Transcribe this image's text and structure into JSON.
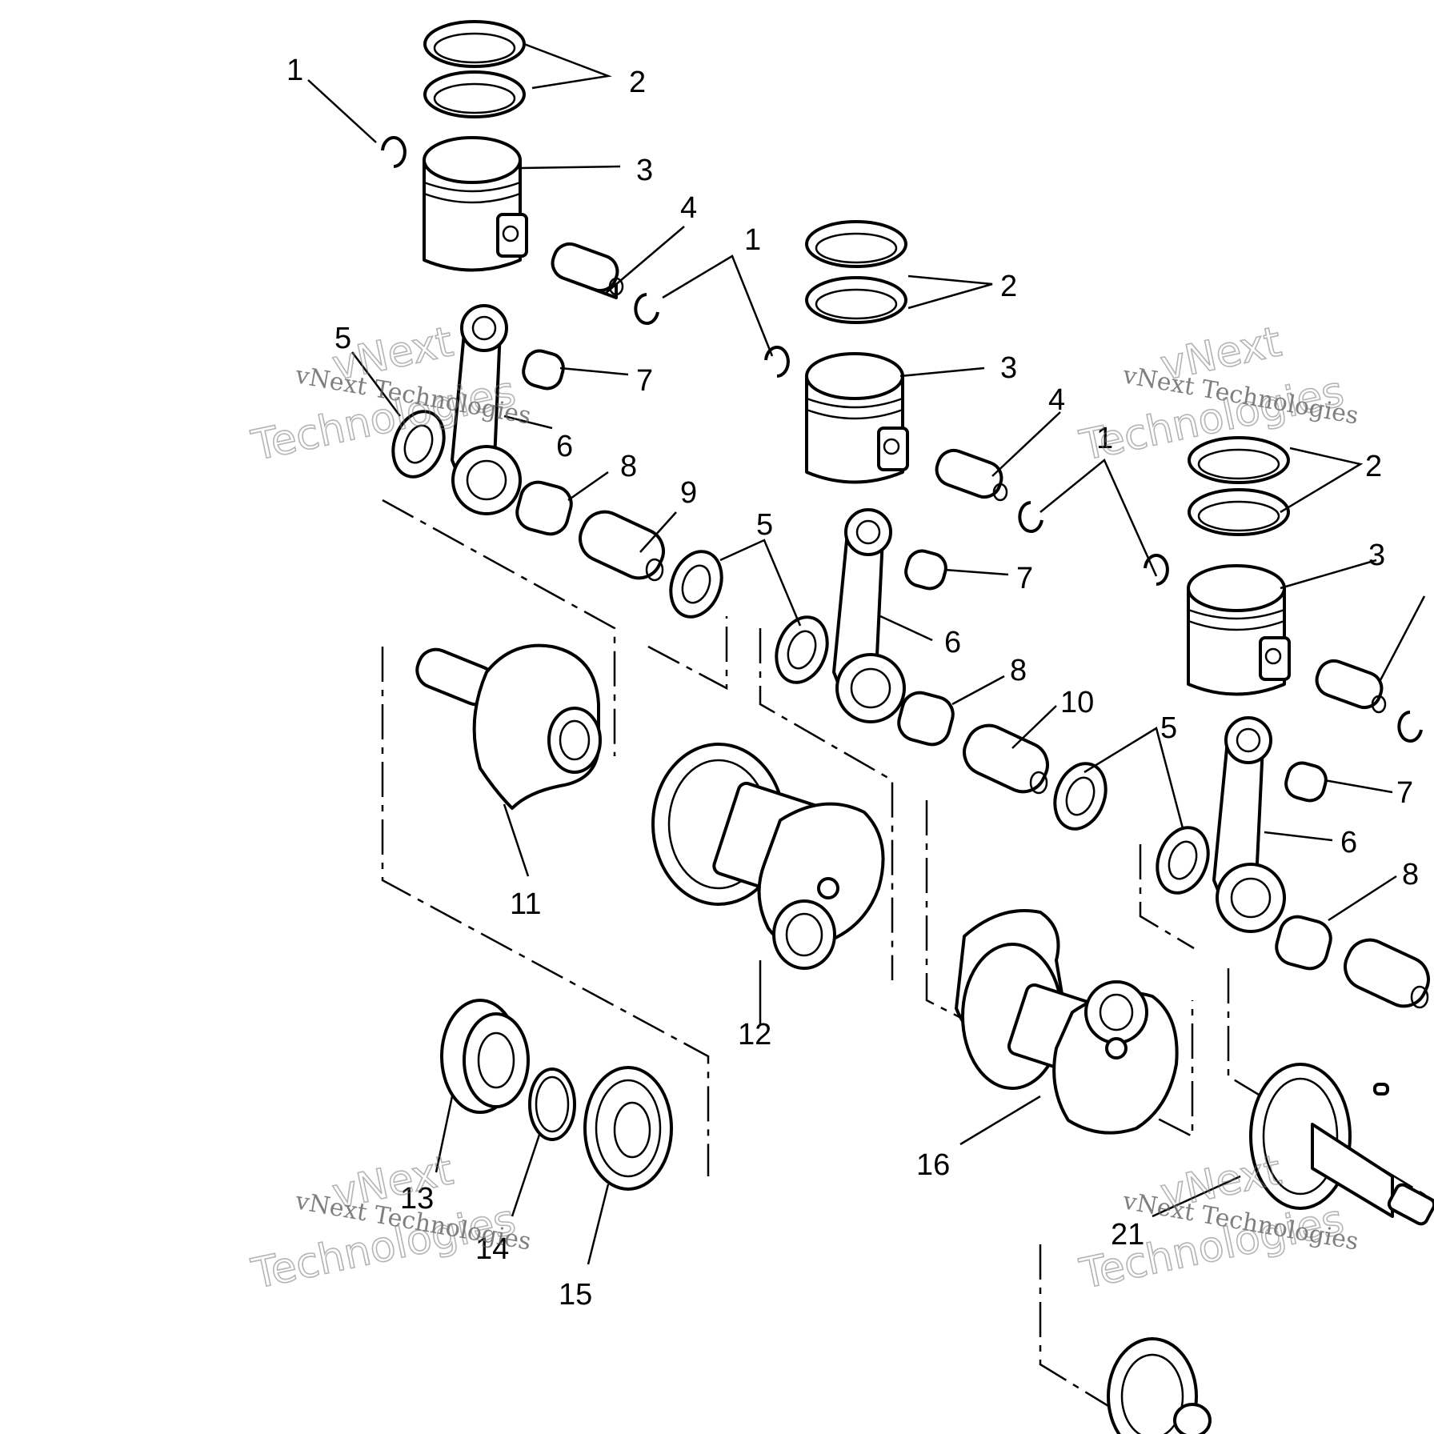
{
  "diagram": {
    "callouts": {
      "c1": "1",
      "c2": "2",
      "c3": "3",
      "c4": "4",
      "c5": "5",
      "c6": "6",
      "c7": "7",
      "c8": "8",
      "c9": "9",
      "c10": "10",
      "c11": "11",
      "c12": "12",
      "c13": "13",
      "c14": "14",
      "c15": "15",
      "c16": "16",
      "c21": "21"
    }
  },
  "watermark": {
    "small": "vNext Technologies",
    "big_line1": "vNext",
    "big_line2": "Technologies"
  },
  "colors": {
    "ink": "#000000",
    "paper": "#ffffff",
    "watermark": "#777777"
  }
}
